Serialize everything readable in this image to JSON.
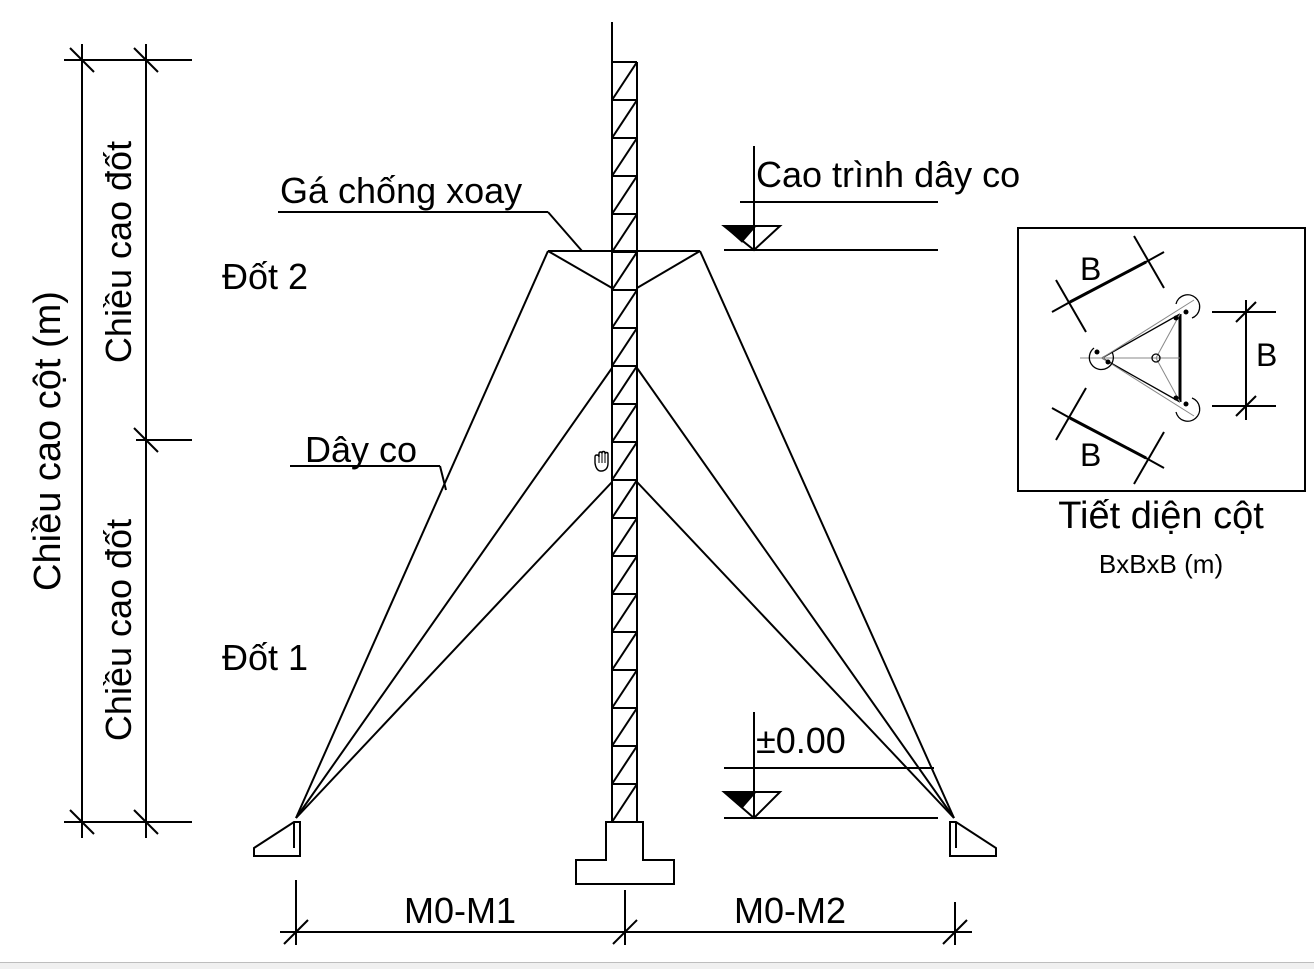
{
  "labels": {
    "column_height": "Chiều cao cột (m)",
    "segment_height_top": "Chiều cao đốt",
    "segment_height_bottom": "Chiều cao đốt",
    "segment_2": "Đốt 2",
    "segment_1": "Đốt 1",
    "anti_twist": "Gá chống xoay",
    "guy_wire": "Dây co",
    "guy_elevation": "Cao trình dây co",
    "ground_level": "±0.00",
    "dist_left": "M0-M1",
    "dist_right": "M0-M2",
    "section_title": "Tiết diện cột",
    "section_dims": "BxBxB (m)",
    "b_top": "B",
    "b_right": "B",
    "b_bottom": "B"
  },
  "colors": {
    "line": "#000000",
    "background": "#ffffff"
  },
  "icons": {
    "cursor": "hand-cursor-icon"
  }
}
